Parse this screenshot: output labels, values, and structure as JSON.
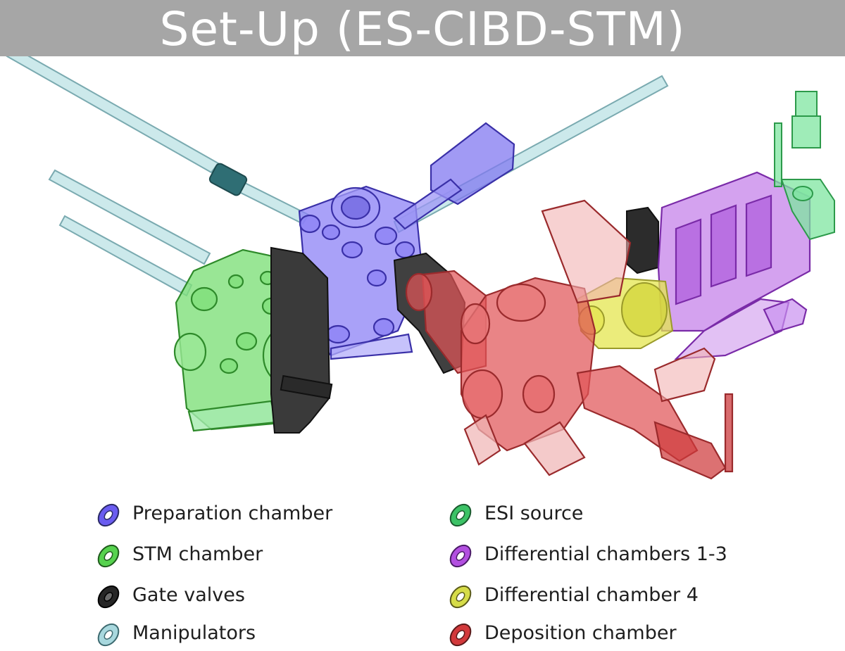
{
  "title": "Set-Up (ES-CIBD-STM)",
  "legend": [
    {
      "label": "Preparation chamber",
      "color": "#6a5cf0",
      "icon": "flange-icon"
    },
    {
      "label": "STM chamber",
      "color": "#56d24e",
      "icon": "flange-icon"
    },
    {
      "label": "Gate valves",
      "color": "#262626",
      "icon": "flange-icon"
    },
    {
      "label": "Manipulators",
      "color": "#a8d8de",
      "icon": "flange-icon"
    },
    {
      "label": "ESI source",
      "color": "#3cc266",
      "icon": "flange-icon"
    },
    {
      "label": "Differential chambers 1-3",
      "color": "#b24fe0",
      "icon": "flange-icon"
    },
    {
      "label": "Differential chamber 4",
      "color": "#d6dc48",
      "icon": "flange-icon"
    },
    {
      "label": "Deposition chamber",
      "color": "#d2393b",
      "icon": "flange-icon"
    }
  ]
}
